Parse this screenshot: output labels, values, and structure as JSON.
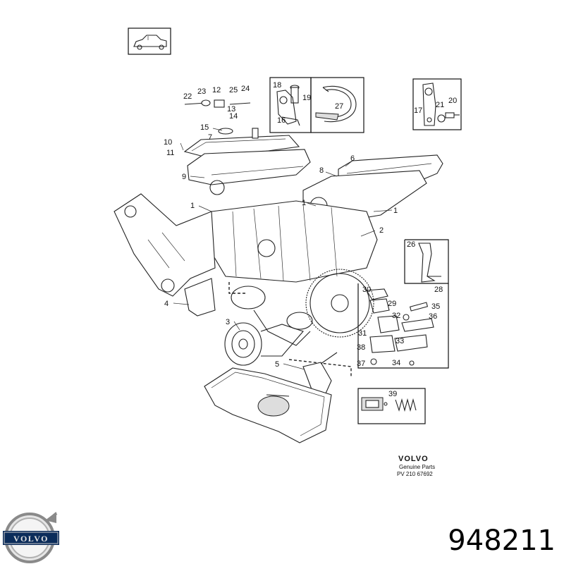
{
  "labels": [
    "22",
    "23",
    "12",
    "25",
    "24",
    "13",
    "14",
    "15",
    "7",
    "10",
    "11",
    "9",
    "1",
    "1",
    "1",
    "8",
    "6",
    "2",
    "4",
    "3",
    "5",
    "18",
    "19",
    "16",
    "27",
    "17",
    "21",
    "20",
    "26",
    "28",
    "30",
    "29",
    "32",
    "35",
    "36",
    "31",
    "33",
    "38",
    "37",
    "34",
    "39"
  ],
  "stamp": {
    "brand": "VOLVO",
    "line1": "Genuine Parts",
    "line2": "PV 210 67692"
  },
  "logo": {
    "text": "VOLVO"
  },
  "part_number": "948211"
}
